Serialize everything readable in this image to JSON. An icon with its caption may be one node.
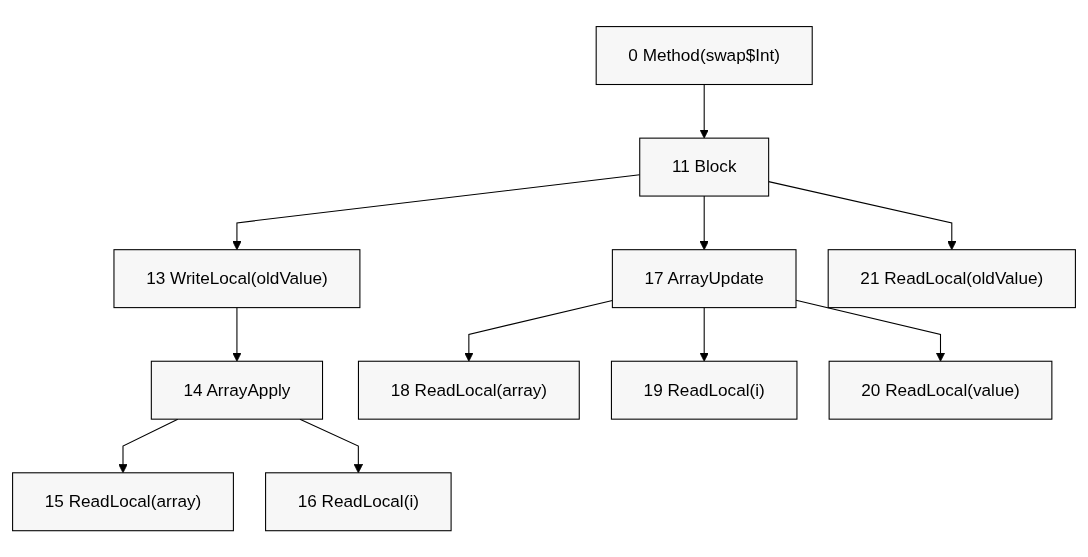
{
  "diagram": {
    "nodes": [
      {
        "text": [
          "0 Method(swap$Int)"
        ]
      },
      {
        "text": [
          "11 Block"
        ]
      },
      {
        "text": [
          "13 WriteLocal(oldValue)"
        ]
      },
      {
        "text": [
          "17 ArrayUpdate"
        ]
      },
      {
        "text": [
          "21 ReadLocal(oldValue)"
        ]
      },
      {
        "text": [
          "14 ArrayApply"
        ]
      },
      {
        "text": [
          "18 ReadLocal(array)"
        ]
      },
      {
        "text": [
          "19 ReadLocal(i)"
        ]
      },
      {
        "text": [
          "20 ReadLocal(value)"
        ]
      },
      {
        "text": [
          "15 ReadLocal(array)"
        ]
      },
      {
        "text": [
          "16 ReadLocal(i)"
        ]
      }
    ],
    "edges": [
      {
        "from": 0,
        "to": 1,
        "arrow": "to"
      },
      {
        "from": 1,
        "to": 2,
        "arrow": "to"
      },
      {
        "from": 1,
        "to": 3,
        "arrow": "to"
      },
      {
        "from": 1,
        "to": 4,
        "arrow": "to"
      },
      {
        "from": 2,
        "to": 5,
        "arrow": "to"
      },
      {
        "from": 3,
        "to": 6,
        "arrow": "to"
      },
      {
        "from": 3,
        "to": 7,
        "arrow": "to"
      },
      {
        "from": 3,
        "to": 8,
        "arrow": "to"
      },
      {
        "from": 5,
        "to": 9,
        "arrow": "to"
      },
      {
        "from": 5,
        "to": 10,
        "arrow": "to"
      }
    ]
  }
}
